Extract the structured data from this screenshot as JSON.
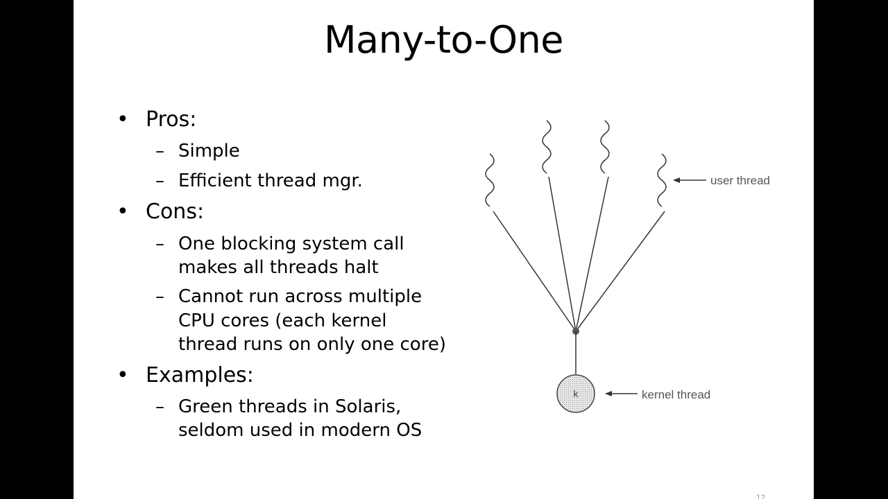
{
  "slide": {
    "title": "Many-to-One",
    "bullets": [
      {
        "label": "Pros:",
        "subs": [
          "Simple",
          "Efficient thread mgr."
        ]
      },
      {
        "label": "Cons:",
        "subs": [
          [
            "One blocking system call",
            "makes all threads halt"
          ],
          [
            "Cannot run across multiple",
            "CPU cores (each kernel",
            "thread runs on only one core)"
          ]
        ]
      },
      {
        "label": "Examples:",
        "subs": [
          [
            "Green threads in Solaris,",
            "seldom used in modern OS"
          ]
        ]
      }
    ],
    "bullet_glyph": "•",
    "dash_glyph": "–",
    "slide_number": "12"
  },
  "diagram": {
    "user_thread_label": "user thread",
    "kernel_thread_label": "kernel thread",
    "kernel_node_letter": "k"
  }
}
